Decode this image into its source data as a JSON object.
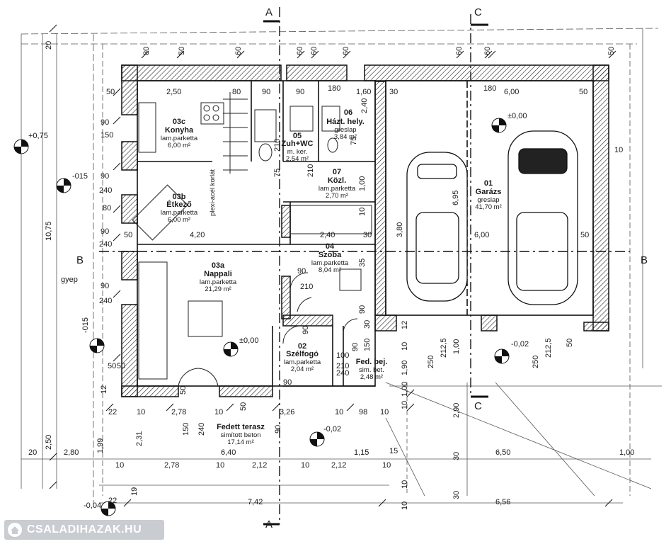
{
  "watermark": {
    "text": "CSALADIHAZAK.HU",
    "icon": "house-logo-icon"
  },
  "section_labels": [
    "A",
    "A",
    "B",
    "B",
    "C",
    "C"
  ],
  "rooms": [
    {
      "id": "03c",
      "name": "Konyha",
      "floor": "lam.parketta",
      "area": "6,00 m²"
    },
    {
      "id": "03b",
      "name": "Étkező",
      "floor": "lam.parketta",
      "area": "6,00 m²"
    },
    {
      "id": "03a",
      "name": "Nappali",
      "floor": "lam.parketta",
      "area": "21,29 m²"
    },
    {
      "id": "05",
      "name": "Zuh+WC",
      "floor": "m. ker.",
      "area": "2,54 m²"
    },
    {
      "id": "06",
      "name": "Házt. hely.",
      "floor": "greslap",
      "area": "3,84 m²"
    },
    {
      "id": "07",
      "name": "Közl.",
      "floor": "lam.parketta",
      "area": "2,70 m²"
    },
    {
      "id": "04",
      "name": "Szoba",
      "floor": "lam.parketta",
      "area": "8,04 m²"
    },
    {
      "id": "02",
      "name": "Szélfogó",
      "floor": "lam.parketta",
      "area": "2,04 m²"
    },
    {
      "id": "",
      "name": "Fed. bej.",
      "floor": "sim. bet.",
      "area": "2,48 m²"
    },
    {
      "id": "01",
      "name": "Garázs",
      "floor": "greslap",
      "area": "41,70 m²"
    },
    {
      "id": "",
      "name": "Fedett terasz",
      "floor": "simított beton",
      "area": "17,14 m²"
    }
  ],
  "annotations": {
    "gyep": "gyep",
    "stair_rail": "plexi-acél korlát"
  },
  "levels": [
    "+0,75",
    "-015",
    "-015",
    "±0,00",
    "±0,00",
    "-0,02",
    "-0,02",
    "-0,04"
  ],
  "dimensions": {
    "top_row": [
      "80",
      "50",
      "60",
      "60",
      "60",
      "60",
      "60",
      "60",
      "50"
    ],
    "row2": [
      "50",
      "2,50",
      "80",
      "90",
      "90",
      "180",
      "1,60",
      "30",
      "180",
      "6,00",
      "50"
    ],
    "left_col": [
      "20",
      "10,75",
      "2,50",
      "90",
      "150",
      "90",
      "240",
      "80",
      "90",
      "240",
      "90",
      "240",
      "50"
    ],
    "interior": [
      "4,20",
      "2,40",
      "30",
      "6,00",
      "50",
      "50",
      "90",
      "210",
      "90",
      "210",
      "75",
      "210",
      "1,00",
      "10",
      "2,40",
      "75",
      "6,95",
      "3,80",
      "50",
      "50",
      "35",
      "90",
      "90",
      "210",
      "100",
      "240",
      "150",
      "90",
      "30",
      "10",
      "12",
      "1,00",
      "250",
      "212,5",
      "250",
      "212,5",
      "1,90",
      "1,00",
      "2,90",
      "10",
      "50",
      "10",
      "12"
    ],
    "bottom1": [
      "22",
      "10",
      "2,78",
      "10",
      "50",
      "3,26",
      "10",
      "98",
      "10"
    ],
    "bottom2": [
      "2,31",
      "150",
      "240",
      "90",
      "1,99",
      "15",
      "1,15",
      "30"
    ],
    "bottom3": [
      "20",
      "2,80",
      "6,40",
      "6,50",
      "1,00"
    ],
    "bottom4": [
      "10",
      "2,78",
      "10",
      "2,12",
      "10",
      "2,12",
      "10",
      "10"
    ],
    "bottom5": [
      "22",
      "19",
      "7,42",
      "30",
      "6,56",
      "10"
    ]
  }
}
